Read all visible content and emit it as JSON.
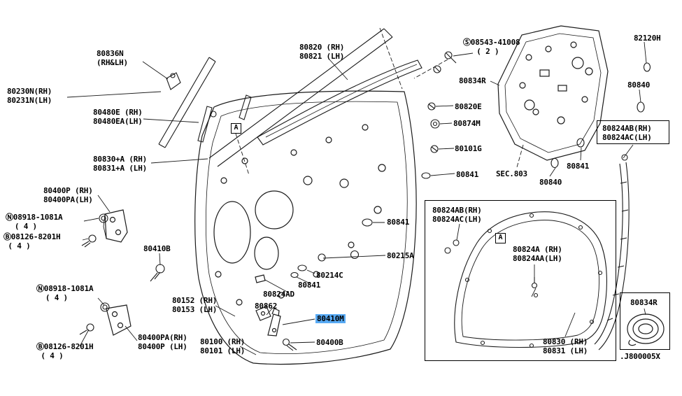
{
  "colors": {
    "background": "#ffffff",
    "line": "#1a1a1a",
    "highlight": "#58aaf4"
  },
  "footer": {
    "drawing_code": ".J800005X"
  },
  "markers": {
    "a": "A"
  },
  "labels": {
    "l80836n": "80836N\n(RH&LH)",
    "l80230n": "80230N(RH)\n80231N(LH)",
    "l80480e": "80480E (RH)\n80480EA(LH)",
    "l80830a": "80830+A (RH)\n80831+A (LH)",
    "l80400p": "80400P (RH)\n80400PA(LH)",
    "n08918a": "Ⓝ08918-1081A\n  ( 4 )",
    "b08126a": "Ⓑ08126-8201H\n ( 4 )",
    "l80410b": "80410B",
    "n08918b": "Ⓝ08918-1081A\n  ( 4 )",
    "l80152": "80152 (RH)\n80153 (LH)",
    "l80400pab": "80400PA(RH)\n80400P (LH)",
    "l80100": "80100 (RH)\n80101 (LH)",
    "b08126b": "Ⓑ08126-8201H\n ( 4 )",
    "l80820": "80820 (RH)\n80821 (LH)",
    "s08543": "Ⓢ08543-41008\n   ( 2 )",
    "l82120h": "82120H",
    "l80834r1": "80834R",
    "l80840r": "80840",
    "l80820e": "80820E",
    "l80874m": "80874M",
    "l80824ab1": "80824AB(RH)\n80824AC(LH)",
    "l80101g": "80101G",
    "l80841a": "80841",
    "sec803": "SEC.803",
    "l80840b": "80840",
    "l80841c": "80841",
    "l80824ab2": "80824AB(RH)\n80824AC(LH)",
    "l80841m": "80841",
    "l80824a": "80824A (RH)\n80824AA(LH)",
    "l80215a": "80215A",
    "l80214c": "80214C",
    "l80841d": "80841",
    "l80824ad": "80824AD",
    "l80862": "80862",
    "l80410m": "80410M",
    "l80400b": "80400B",
    "l80830b": "80830 (RH)\n80831 (LH)",
    "l80834r2": "80834R"
  }
}
